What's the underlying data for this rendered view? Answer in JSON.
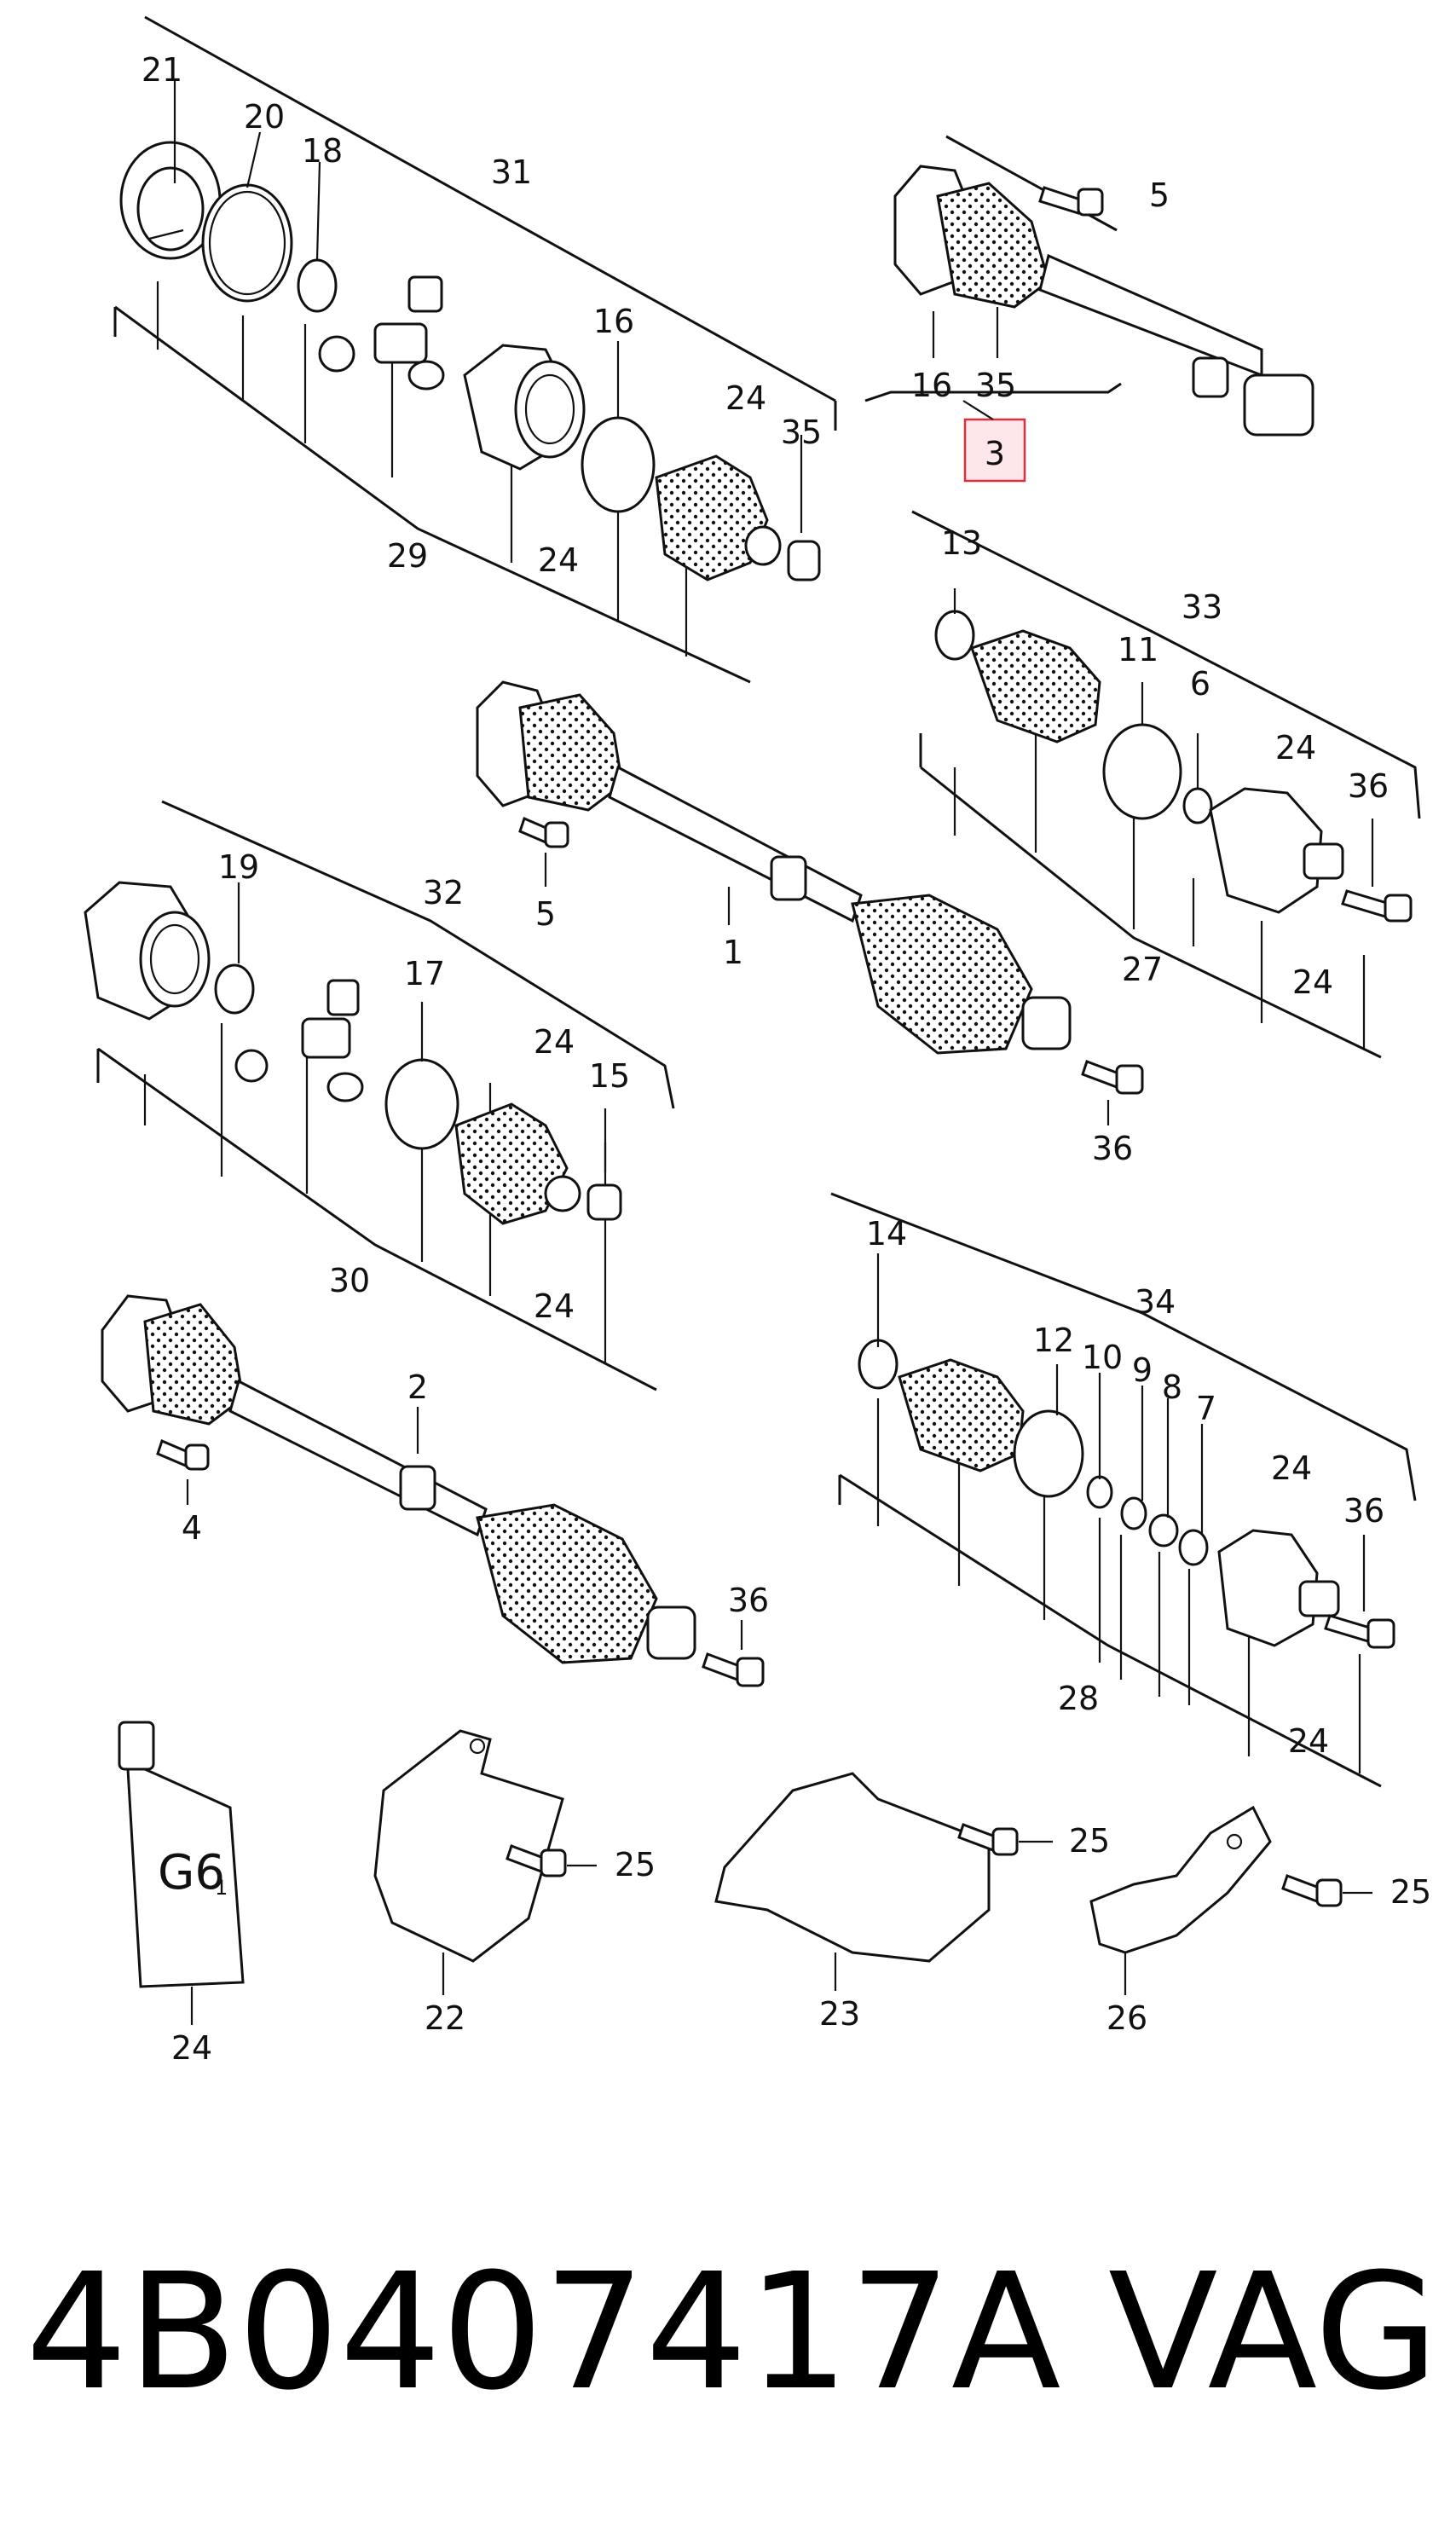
{
  "title": {
    "part_number": "4B0407417A",
    "brand": "VAG"
  },
  "highlighted_callout": "3",
  "tube_label": "G6",
  "tube_sub": "1",
  "colors": {
    "line": "#111111",
    "highlight_fill": "#fde7ea",
    "highlight_stroke": "#e0303c"
  },
  "callouts": [
    {
      "id": "c21a",
      "text": "21"
    },
    {
      "id": "c20a",
      "text": "20"
    },
    {
      "id": "c18a",
      "text": "18"
    },
    {
      "id": "c31a",
      "text": "31"
    },
    {
      "id": "c16a",
      "text": "16"
    },
    {
      "id": "c24a",
      "text": "24"
    },
    {
      "id": "c35a",
      "text": "35"
    },
    {
      "id": "c29a",
      "text": "29"
    },
    {
      "id": "c24b",
      "text": "24"
    },
    {
      "id": "c5a",
      "text": "5"
    },
    {
      "id": "c16b",
      "text": "16"
    },
    {
      "id": "c35b",
      "text": "35"
    },
    {
      "id": "c13a",
      "text": "13"
    },
    {
      "id": "c33a",
      "text": "33"
    },
    {
      "id": "c11a",
      "text": "11"
    },
    {
      "id": "c6a",
      "text": "6"
    },
    {
      "id": "c24c",
      "text": "24"
    },
    {
      "id": "c36a",
      "text": "36"
    },
    {
      "id": "c27a",
      "text": "27"
    },
    {
      "id": "c24d",
      "text": "24"
    },
    {
      "id": "c5b",
      "text": "5"
    },
    {
      "id": "c1a",
      "text": "1"
    },
    {
      "id": "c36b",
      "text": "36"
    },
    {
      "id": "c19a",
      "text": "19"
    },
    {
      "id": "c32a",
      "text": "32"
    },
    {
      "id": "c17a",
      "text": "17"
    },
    {
      "id": "c24e",
      "text": "24"
    },
    {
      "id": "c15a",
      "text": "15"
    },
    {
      "id": "c30a",
      "text": "30"
    },
    {
      "id": "c24f",
      "text": "24"
    },
    {
      "id": "c14a",
      "text": "14"
    },
    {
      "id": "c34a",
      "text": "34"
    },
    {
      "id": "c12a",
      "text": "12"
    },
    {
      "id": "c10a",
      "text": "10"
    },
    {
      "id": "c9a",
      "text": "9"
    },
    {
      "id": "c8a",
      "text": "8"
    },
    {
      "id": "c7a",
      "text": "7"
    },
    {
      "id": "c24g",
      "text": "24"
    },
    {
      "id": "c36c",
      "text": "36"
    },
    {
      "id": "c28a",
      "text": "28"
    },
    {
      "id": "c24h",
      "text": "24"
    },
    {
      "id": "c2a",
      "text": "2"
    },
    {
      "id": "c4a",
      "text": "4"
    },
    {
      "id": "c36d",
      "text": "36"
    },
    {
      "id": "c24i",
      "text": "24"
    },
    {
      "id": "c22a",
      "text": "22"
    },
    {
      "id": "c25a",
      "text": "25"
    },
    {
      "id": "c23a",
      "text": "23"
    },
    {
      "id": "c25b",
      "text": "25"
    },
    {
      "id": "c26a",
      "text": "26"
    },
    {
      "id": "c25c",
      "text": "25"
    }
  ]
}
